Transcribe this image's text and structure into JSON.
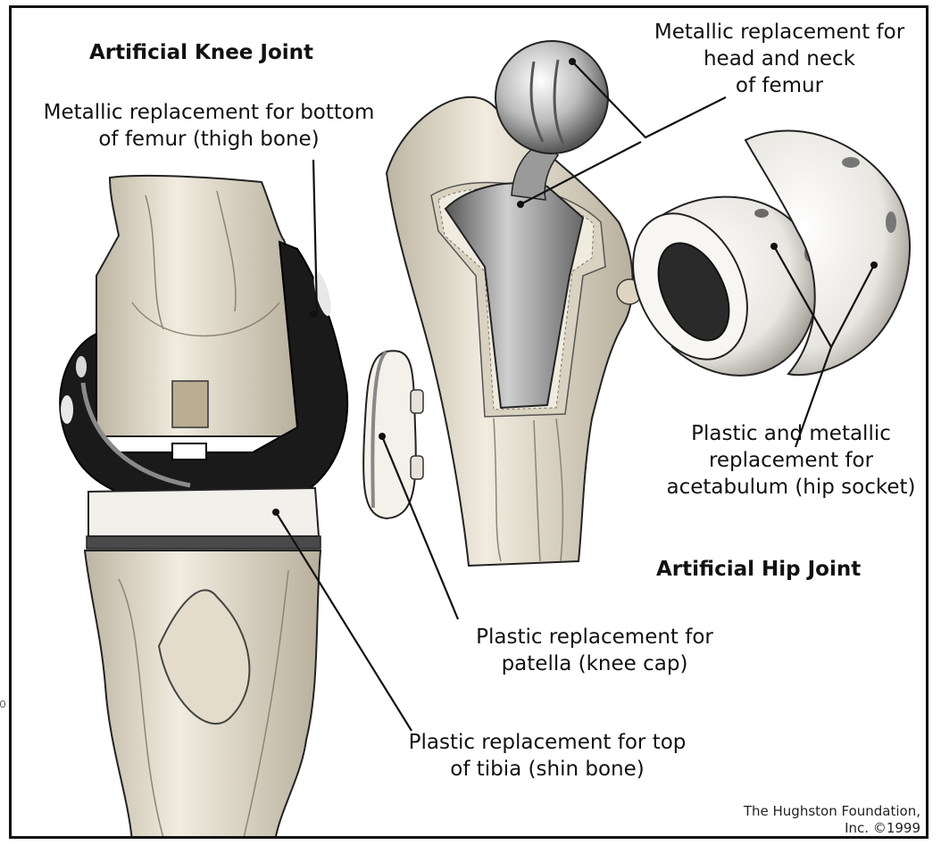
{
  "headings": {
    "knee": "Artificial Knee Joint",
    "hip": "Artificial Hip Joint"
  },
  "labels": {
    "femur_bottom": "Metallic replacement for bottom\nof femur (thigh bone)",
    "femur_head": "Metallic replacement for\nhead and neck\nof femur",
    "acetabulum": "Plastic and metallic\nreplacement for\nacetabulum (hip socket)",
    "patella": "Plastic replacement for\npatella (knee cap)",
    "tibia": "Plastic replacement for top\nof tibia (shin bone)"
  },
  "credit": "The Hughston Foundation,\nInc. ©1999",
  "colors": {
    "bone": "#ece6d8",
    "bone_shade": "#c9c1ae",
    "metal_dark": "#1c1c1c",
    "metal_light": "#e2e2e2",
    "plastic": "#f4f2ec",
    "line": "#111111"
  }
}
